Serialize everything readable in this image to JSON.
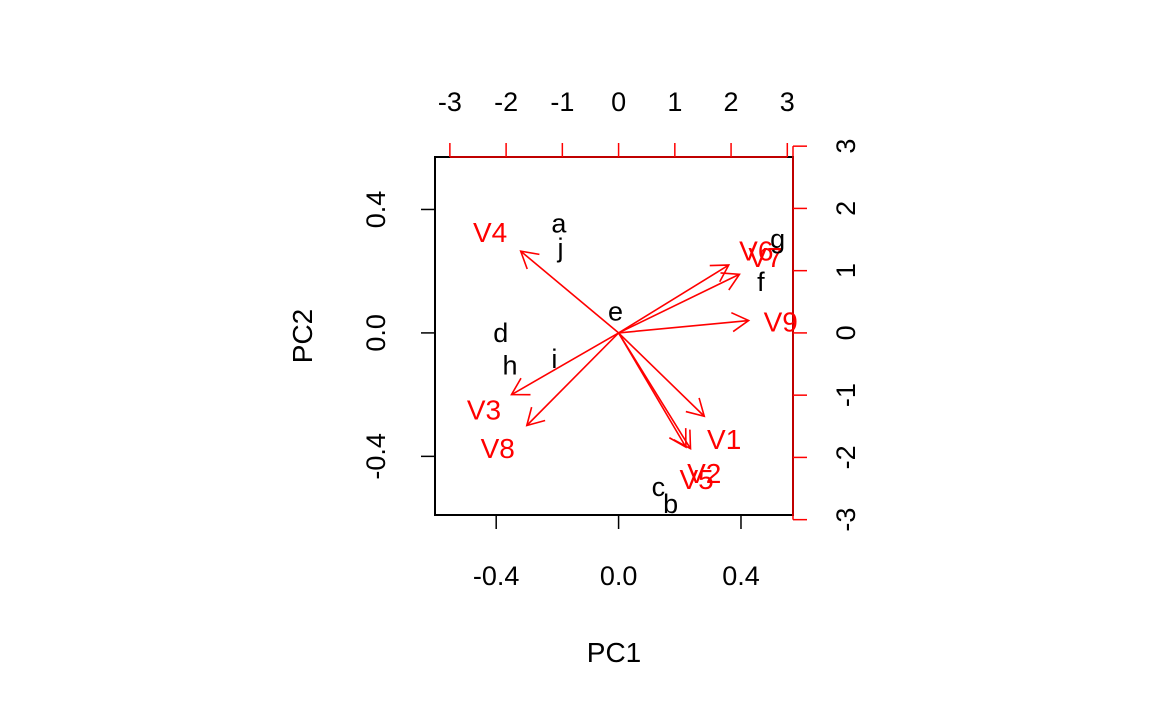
{
  "chart_data": {
    "type": "scatter",
    "subtype": "biplot",
    "xlabel": "PC1",
    "ylabel": "PC2",
    "xlim": [
      -0.6,
      0.57
    ],
    "ylim": [
      -0.59,
      0.57
    ],
    "x_ticks": [
      -0.4,
      0.0,
      0.4
    ],
    "x_tick_labels": [
      "-0.4",
      "0.0",
      "0.4"
    ],
    "y_ticks": [
      -0.4,
      0.0,
      0.4
    ],
    "y_tick_labels": [
      "-0.4",
      "0.0",
      "0.4"
    ],
    "top_axis": {
      "ticks": [
        -3,
        -2,
        -1,
        0,
        1,
        2,
        3
      ],
      "tick_labels": [
        "-3",
        "-2",
        "-1",
        "0",
        "1",
        "2",
        "3"
      ],
      "scale": 0.1838
    },
    "right_axis": {
      "ticks": [
        -3,
        -2,
        -1,
        0,
        1,
        2,
        3
      ],
      "tick_labels": [
        "-3",
        "-2",
        "-1",
        "0",
        "1",
        "2",
        "3"
      ],
      "scale": 0.2017
    },
    "points": [
      {
        "label": "a",
        "x": -0.195,
        "y": 0.355
      },
      {
        "label": "j",
        "x": -0.19,
        "y": 0.275
      },
      {
        "label": "e",
        "x": -0.01,
        "y": 0.07
      },
      {
        "label": "d",
        "x": -0.385,
        "y": 0.0
      },
      {
        "label": "h",
        "x": -0.355,
        "y": -0.105
      },
      {
        "label": "i",
        "x": -0.21,
        "y": -0.085
      },
      {
        "label": "g",
        "x": 0.52,
        "y": 0.305
      },
      {
        "label": "f",
        "x": 0.465,
        "y": 0.165
      },
      {
        "label": "c",
        "x": 0.13,
        "y": -0.5
      },
      {
        "label": "b",
        "x": 0.17,
        "y": -0.555
      }
    ],
    "arrows": [
      {
        "label": "V1",
        "x": 0.28,
        "y": -0.27,
        "lx": 0.345,
        "ly": -0.345
      },
      {
        "label": "V2",
        "x": 0.235,
        "y": -0.375,
        "lx": 0.28,
        "ly": -0.455
      },
      {
        "label": "V3",
        "x": -0.35,
        "y": -0.2,
        "lx": -0.44,
        "ly": -0.25
      },
      {
        "label": "V4",
        "x": -0.32,
        "y": 0.265,
        "lx": -0.42,
        "ly": 0.325
      },
      {
        "label": "V5",
        "x": 0.22,
        "y": -0.37,
        "lx": 0.255,
        "ly": -0.475
      },
      {
        "label": "V6",
        "x": 0.36,
        "y": 0.22,
        "lx": 0.45,
        "ly": 0.265
      },
      {
        "label": "V7",
        "x": 0.395,
        "y": 0.19,
        "lx": 0.48,
        "ly": 0.245
      },
      {
        "label": "V8",
        "x": -0.3,
        "y": -0.3,
        "lx": -0.395,
        "ly": -0.375
      },
      {
        "label": "V9",
        "x": 0.425,
        "y": 0.04,
        "lx": 0.53,
        "ly": 0.035
      }
    ],
    "colors": {
      "points": "#000000",
      "arrows": "#ff0000"
    },
    "grid": false,
    "legend": "none"
  }
}
